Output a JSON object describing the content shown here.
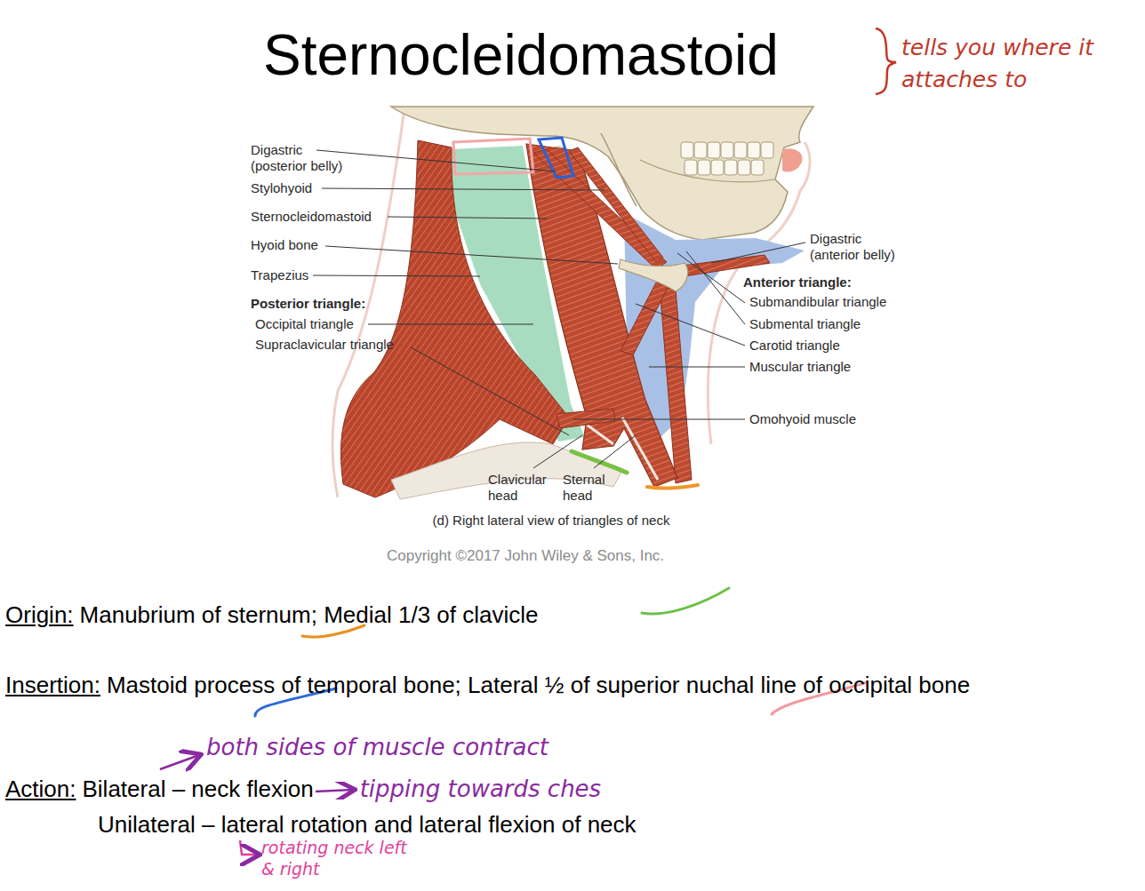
{
  "diagram": {
    "title": "Sternocleidomastoid",
    "caption": "(d) Right lateral view of triangles of neck",
    "labels": [
      "tells you where it attaches to",
      "Digastric (posterior belly)",
      "Stylohyoid",
      "Sternocleidomastoid",
      "Hyoid bone",
      "Trapezius",
      "Posterior triangle:",
      "Occipital triangle",
      "Supraclavicular triangle",
      "Digastric (anterior belly)",
      "Anterior triangle:",
      "Submandibular triangle",
      "Submental triangle",
      "Carotid triangle",
      "Muscular triangle",
      "Omohyoid muscle",
      "Clavicular head",
      "Sternal head",
      "Copyright ©2017 John Wiley & Sons, Inc.",
      "Origin:",
      "Manubrium of sternum; Medial 1/3 of clavicle",
      "Insertion:",
      "Mastoid process of temporal bone; Lateral ½ of superior nuchal line of occipital bone",
      "both sides of muscle contract",
      "Action:",
      "Bilateral – neck flexion",
      "tipping towards ches",
      "Unilateral – lateral rotation and lateral flexion of neck",
      "rotating neck left & right"
    ]
  }
}
